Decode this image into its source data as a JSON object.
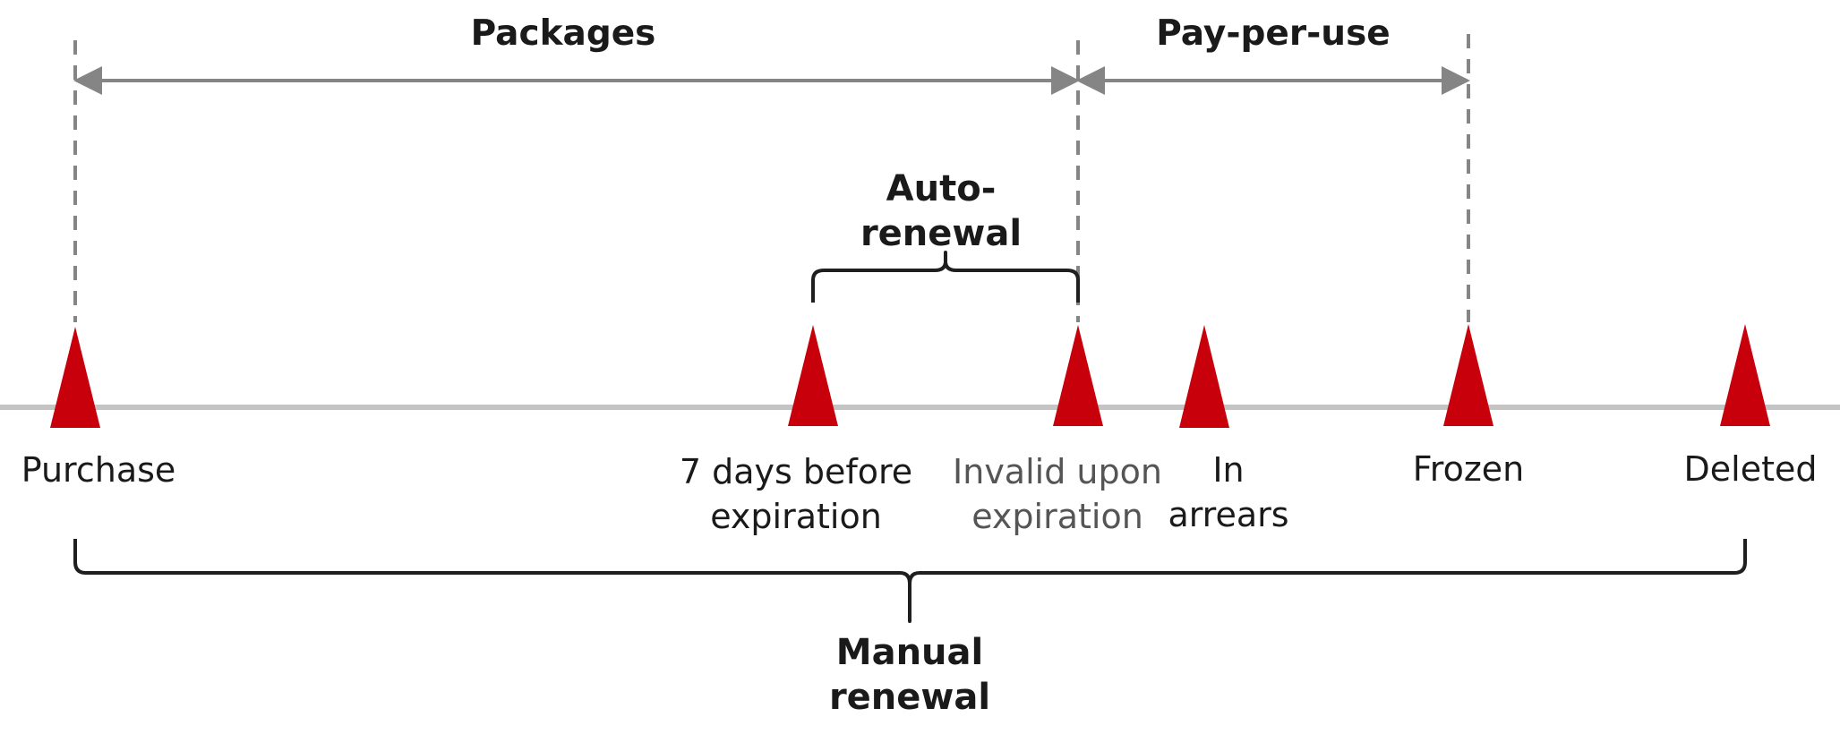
{
  "periods": [
    {
      "key": "packages",
      "label": "Packages"
    },
    {
      "key": "pay_per_use",
      "label": "Pay-per-use"
    }
  ],
  "milestones": [
    {
      "key": "purchase",
      "line1": "Purchase",
      "line2": ""
    },
    {
      "key": "before_expiration",
      "line1": "7 days before",
      "line2": "expiration"
    },
    {
      "key": "invalid",
      "line1": "Invalid upon",
      "line2": "expiration"
    },
    {
      "key": "arrears",
      "line1": "In",
      "line2": "arrears"
    },
    {
      "key": "frozen",
      "line1": "Frozen",
      "line2": ""
    },
    {
      "key": "deleted",
      "line1": "Deleted",
      "line2": ""
    }
  ],
  "brackets": {
    "auto_renewal": {
      "line1": "Auto-",
      "line2": "renewal"
    },
    "manual_renewal": {
      "line1": "Manual",
      "line2": "renewal"
    }
  },
  "colors": {
    "marker": "#c8000b",
    "axis": "#c4c4c4",
    "period_line": "#858585",
    "brace": "#1f1f1f",
    "muted_text": "#555555"
  }
}
